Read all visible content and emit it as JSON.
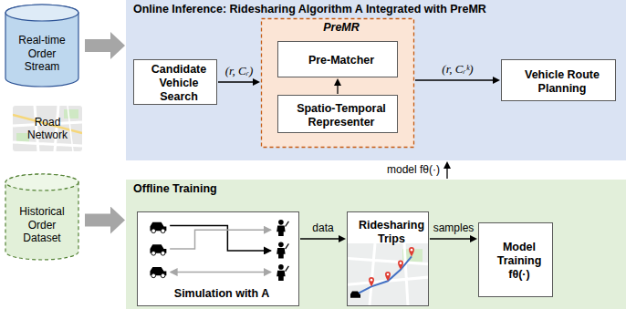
{
  "diagram": {
    "nodes": [
      {
        "text": [
          "Real-time Order Stream"
        ]
      },
      {
        "text": [
          "Road Network"
        ]
      },
      {
        "text": [
          "Historical Order Dataset"
        ]
      },
      {
        "text": [
          "Online Inference: Ridesharing Algorithm A Integrated with PreMR"
        ]
      },
      {
        "text": [
          "Candidate Vehicle Search"
        ],
        "in": 3
      },
      {
        "text": [
          "PreMR"
        ],
        "in": 3
      },
      {
        "text": [
          "Pre-Matcher"
        ],
        "in": 5
      },
      {
        "text": [
          "Spatio-Temporal Representer"
        ],
        "in": 5
      },
      {
        "text": [
          "Vehicle Route Planning"
        ],
        "in": 3
      },
      {
        "text": [
          "Offline Training"
        ]
      },
      {
        "text": [
          "Simulation with A"
        ],
        "in": 9
      },
      {
        "text": [
          "Ridesharing Trips"
        ],
        "in": 9
      },
      {
        "text": [
          "Model Training fθ(·)"
        ],
        "in": 9
      }
    ],
    "edges": [
      {
        "from": 0,
        "to": 3,
        "arrow": "to"
      },
      {
        "from": 2,
        "to": 9,
        "arrow": "to"
      },
      {
        "from": 4,
        "to": 5,
        "label": "(r, Cᵣ)",
        "arrow": "to"
      },
      {
        "from": 7,
        "to": 6,
        "arrow": "to"
      },
      {
        "from": 5,
        "to": 8,
        "label": "(r, Cᵣᵏ)",
        "arrow": "to"
      },
      {
        "from": 9,
        "to": 3,
        "label": "model fθ(·)",
        "arrow": "to"
      },
      {
        "from": 10,
        "to": 11,
        "label": "data",
        "arrow": "to"
      },
      {
        "from": 11,
        "to": 12,
        "label": "samples",
        "arrow": "to"
      }
    ]
  }
}
